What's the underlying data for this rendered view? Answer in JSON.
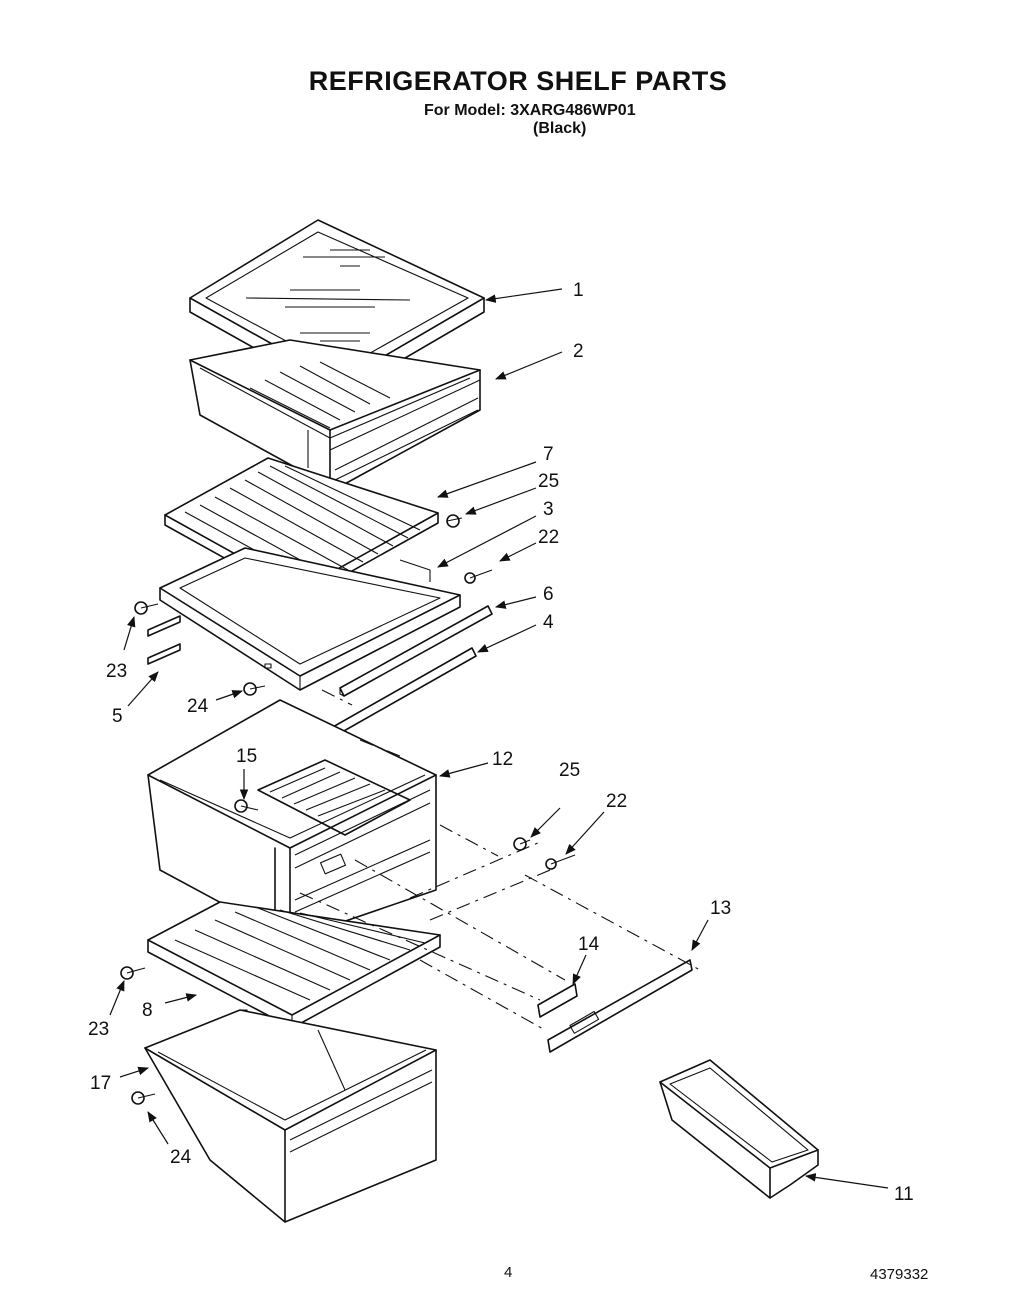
{
  "header": {
    "title": "REFRIGERATOR SHELF PARTS",
    "model_line": "For Model: 3XARG486WP01",
    "color_line": "(Black)"
  },
  "footer": {
    "page_number": "4",
    "document_number": "4379332"
  },
  "callouts": {
    "c1": "1",
    "c2": "2",
    "c7": "7",
    "c25a": "25",
    "c3": "3",
    "c22a": "22",
    "c6": "6",
    "c4": "4",
    "c23a": "23",
    "c5": "5",
    "c24a": "24",
    "c12": "12",
    "c15": "15",
    "c25b": "25",
    "c22b": "22",
    "c13": "13",
    "c14": "14",
    "c23b": "23",
    "c8": "8",
    "c17": "17",
    "c24b": "24",
    "c11": "11"
  }
}
